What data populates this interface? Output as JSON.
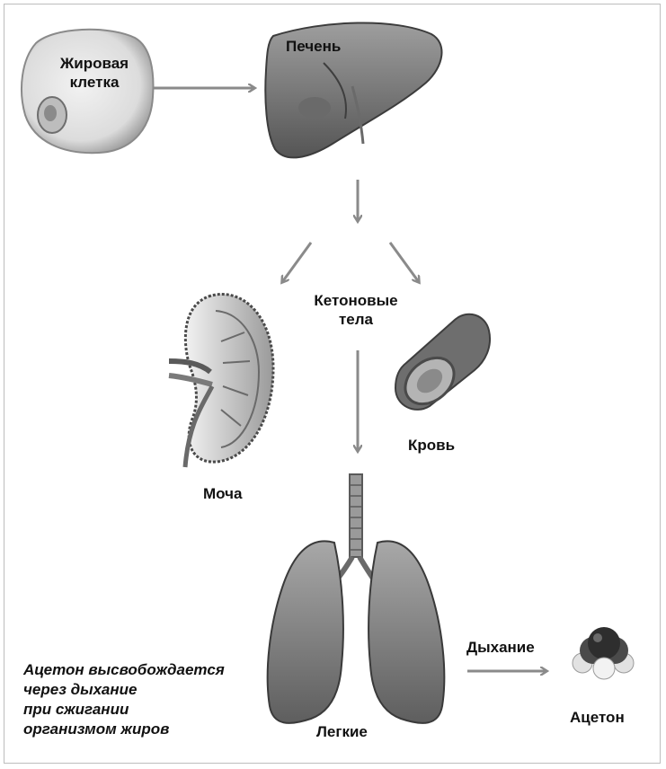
{
  "labels": {
    "fat_cell_line1": "Жировая",
    "fat_cell_line2": "клетка",
    "liver": "Печень",
    "ketone_line1": "Кетоновые",
    "ketone_line2": "тела",
    "urine": "Моча",
    "blood": "Кровь",
    "lungs": "Легкие",
    "breathing": "Дыхание",
    "acetone": "Ацетон"
  },
  "note": {
    "line1": "Ацетон высвобождается",
    "line2": "через дыхание",
    "line3": "при сжигании",
    "line4": "организмом жиров"
  },
  "colors": {
    "arrow": "#8a8a8a",
    "organ_dark": "#5a5a5a",
    "organ_mid": "#8e8e8e",
    "organ_light": "#c8c8c8"
  }
}
